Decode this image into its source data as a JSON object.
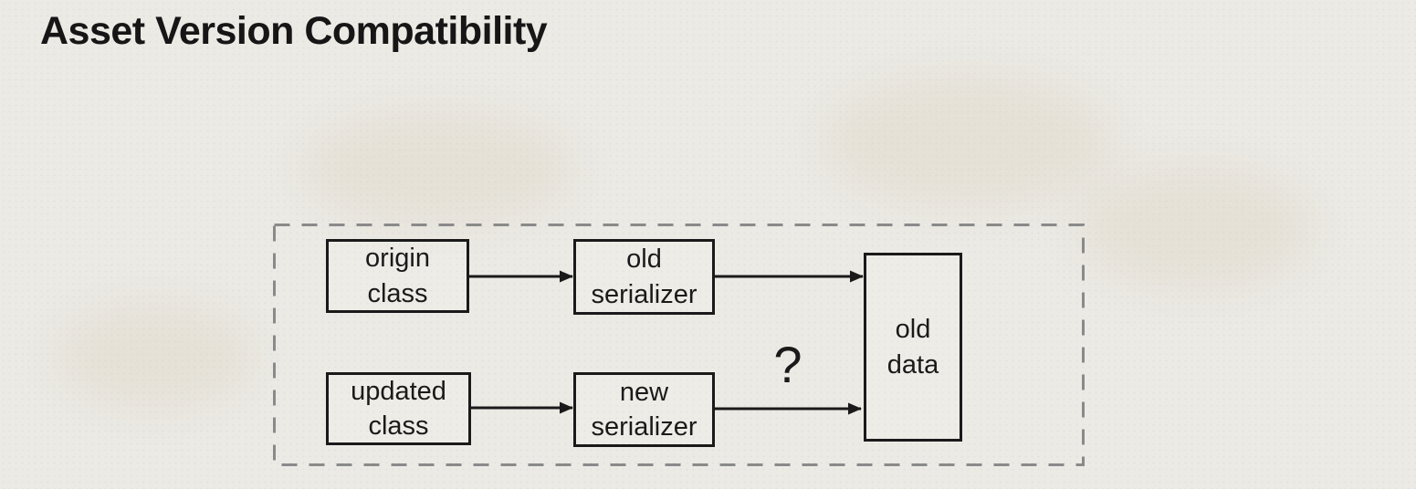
{
  "page": {
    "title": "Asset Version Compatibility"
  },
  "diagram": {
    "boxes": [
      {
        "id": "origin-class",
        "label": "origin\nclass"
      },
      {
        "id": "old-serializer",
        "label": "old\nserializer"
      },
      {
        "id": "old-data",
        "label": "old\ndata"
      },
      {
        "id": "updated-class",
        "label": "updated\nclass"
      },
      {
        "id": "new-serializer",
        "label": "new\nserializer"
      }
    ],
    "connections": [
      {
        "from": "origin class",
        "to": "old serializer",
        "label": ""
      },
      {
        "from": "old serializer",
        "to": "old data",
        "label": ""
      },
      {
        "from": "updated class",
        "to": "new serializer",
        "label": ""
      },
      {
        "from": "new serializer",
        "to": "old data",
        "label": "?"
      }
    ],
    "question_mark": "?",
    "colors": {
      "background": "#eceae5",
      "ink": "#1a1a1a",
      "dashed_border": "#8a8a8a"
    }
  }
}
